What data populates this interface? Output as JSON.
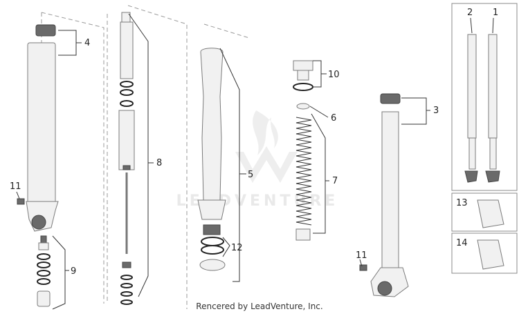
{
  "diagram": {
    "watermark": "LEADVENTURE",
    "credit": "Rencered by LeadVenture, Inc.",
    "callouts": [
      "1",
      "2",
      "3",
      "4",
      "5",
      "6",
      "7",
      "8",
      "9",
      "10",
      "11",
      "11",
      "12",
      "13",
      "14"
    ]
  }
}
